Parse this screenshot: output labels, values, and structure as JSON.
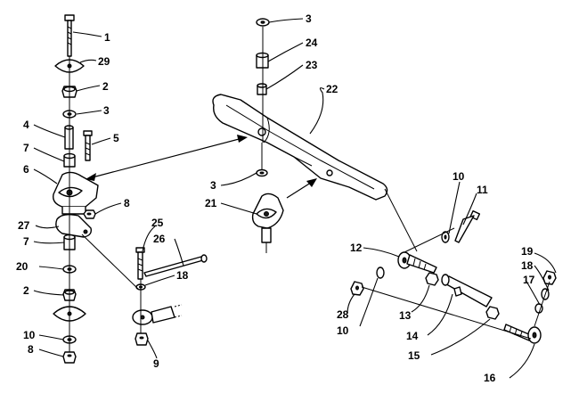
{
  "callouts": [
    {
      "id": "c1",
      "label": "1"
    },
    {
      "id": "c29",
      "label": "29"
    },
    {
      "id": "c2a",
      "label": "2"
    },
    {
      "id": "c3a",
      "label": "3"
    },
    {
      "id": "c4",
      "label": "4"
    },
    {
      "id": "c5",
      "label": "5"
    },
    {
      "id": "c7a",
      "label": "7"
    },
    {
      "id": "c6",
      "label": "6"
    },
    {
      "id": "c8a",
      "label": "8"
    },
    {
      "id": "c27",
      "label": "27"
    },
    {
      "id": "c7b",
      "label": "7"
    },
    {
      "id": "c20",
      "label": "20"
    },
    {
      "id": "c2b",
      "label": "2"
    },
    {
      "id": "c10a",
      "label": "10"
    },
    {
      "id": "c8b",
      "label": "8"
    },
    {
      "id": "c3b",
      "label": "3"
    },
    {
      "id": "c24",
      "label": "24"
    },
    {
      "id": "c23",
      "label": "23"
    },
    {
      "id": "c22",
      "label": "22"
    },
    {
      "id": "c3c",
      "label": "3"
    },
    {
      "id": "c21",
      "label": "21"
    },
    {
      "id": "c25",
      "label": "25"
    },
    {
      "id": "c26",
      "label": "26"
    },
    {
      "id": "c18a",
      "label": "18"
    },
    {
      "id": "c9",
      "label": "9"
    },
    {
      "id": "c10b",
      "label": "10"
    },
    {
      "id": "c11",
      "label": "11"
    },
    {
      "id": "c12",
      "label": "12"
    },
    {
      "id": "c19",
      "label": "19"
    },
    {
      "id": "c18b",
      "label": "18"
    },
    {
      "id": "c17",
      "label": "17"
    },
    {
      "id": "c28",
      "label": "28"
    },
    {
      "id": "c10c",
      "label": "10"
    },
    {
      "id": "c13",
      "label": "13"
    },
    {
      "id": "c14",
      "label": "14"
    },
    {
      "id": "c15",
      "label": "15"
    },
    {
      "id": "c16",
      "label": "16"
    }
  ]
}
